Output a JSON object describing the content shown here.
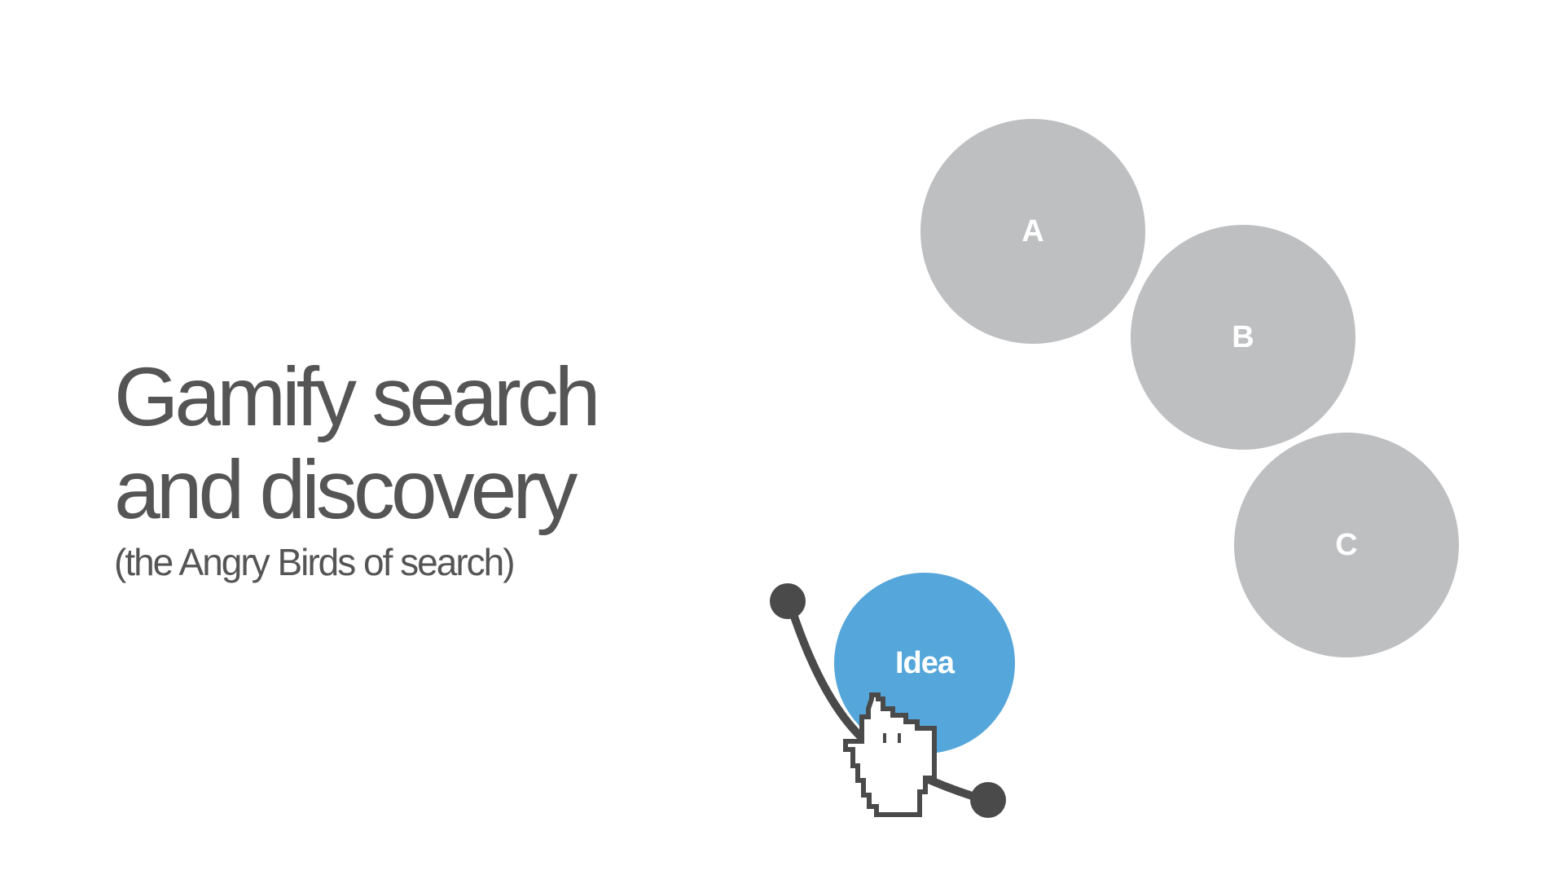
{
  "slide": {
    "title_line1": "Gamify search",
    "title_line2": "and discovery",
    "subtitle": "(the Angry Birds of search)"
  },
  "targets": [
    {
      "label": "A"
    },
    {
      "label": "B"
    },
    {
      "label": "C"
    }
  ],
  "projectile": {
    "label": "Idea"
  },
  "colors": {
    "background": "#ffffff",
    "text": "#555555",
    "target_fill": "#bebfc1",
    "projectile_fill": "#55a6da",
    "slingshot": "#4a4a4a",
    "label": "#ffffff"
  },
  "icons": {
    "cursor": "pointing-hand-cursor-icon",
    "slingshot": "slingshot-icon"
  }
}
